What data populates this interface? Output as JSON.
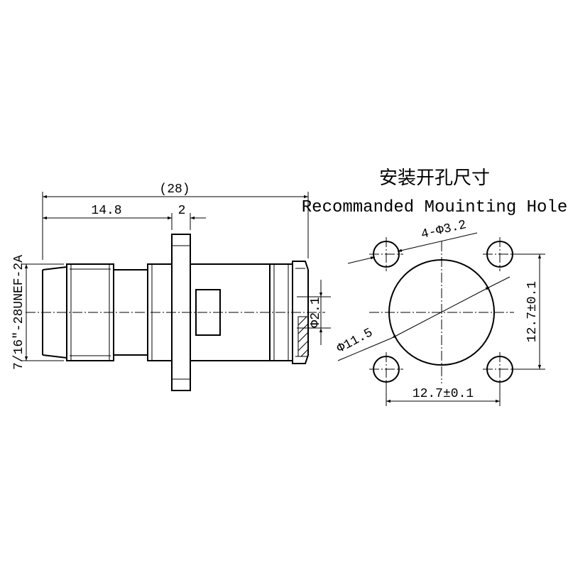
{
  "title_cn": "安装开孔尺寸",
  "title_en": "Recommanded Mouinting Hole",
  "dimensions": {
    "overall_length": "(28)",
    "body_length": "14.8",
    "flange_width": "2",
    "thread_spec": "7/16\"-28UNEF-2A",
    "pin_diameter": "Φ2.1",
    "hole_pattern": "4-Φ3.2",
    "bore_diameter": "Φ11.5",
    "hole_spacing_vertical": "12.7±0.1",
    "hole_spacing_horizontal": "12.7±0.1"
  }
}
